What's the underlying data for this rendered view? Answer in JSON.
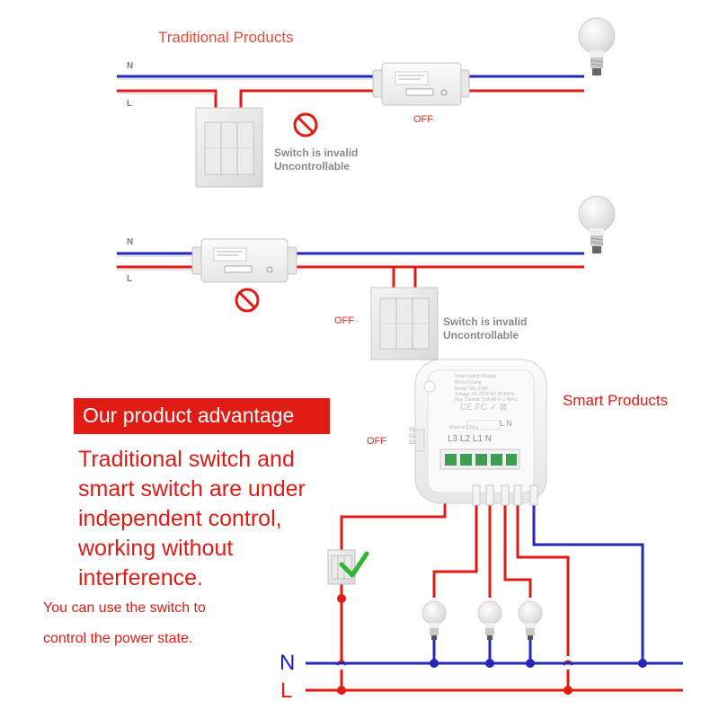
{
  "colors": {
    "neutral_wire": "#2626b8",
    "live_wire": "#e01b14",
    "accent_red": "#e01b14",
    "check_green": "#2fb52f",
    "note_gray": "#8a8a8a"
  },
  "top_scenario": {
    "title": "Traditional Products",
    "n_label": "N",
    "l_label": "L",
    "module_state": "OFF",
    "switch_note_line1": "Switch is invalid",
    "switch_note_line2": "Uncontrollable"
  },
  "middle_scenario": {
    "n_label": "N",
    "l_label": "L",
    "switch_state": "OFF",
    "switch_note_line1": "Switch is invalid",
    "switch_note_line2": "Uncontrollable"
  },
  "smart_section": {
    "title": "Smart Products",
    "module_state": "OFF",
    "module_label_line1": "Smart switch Module",
    "module_label_line2": "Wi-Fi 3 Gang",
    "module_label_line3": "Model: MS-104C",
    "module_label_line4": "Voltage: 90-250V AC 50/60Hz",
    "module_label_line5": "Max Current: 10A  Wi-Fi 2.4GHz",
    "module_made_in": "Made in China",
    "terminal_labels": "L3 L2 L1  N",
    "terminal_top_labels": "L  N",
    "side_labels": [
      "S1",
      "S2",
      "S3"
    ]
  },
  "advantage": {
    "banner": "Our product advantage",
    "line1": "Traditional switch and",
    "line2": "smart switch are under",
    "line3": "independent control,",
    "line4": "working without",
    "line5": "interference.",
    "small1": "You can use the switch to",
    "small2": "control the power state."
  },
  "bottom_wires": {
    "n_label": "N",
    "l_label": "L"
  }
}
